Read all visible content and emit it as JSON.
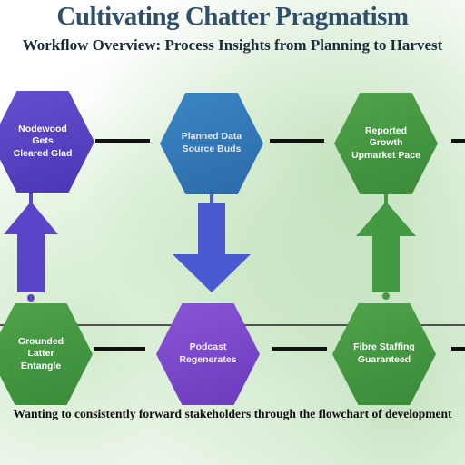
{
  "header": {
    "title": "Cultivating Chatter Pragmatism",
    "subtitle": "Workflow Overview: Process Insights from Planning to Harvest"
  },
  "nodes": {
    "top_left": {
      "line1": "Nodewood Gets",
      "line2": "Cleared Glad"
    },
    "top_center": {
      "line1": "Planned Data",
      "line2": "Source Buds"
    },
    "top_right": {
      "line1": "Reported Growth",
      "line2": "Upmarket Pace"
    },
    "bottom_left": {
      "line1": "Grounded Latter",
      "line2": "Entangle"
    },
    "bottom_center": {
      "line1": "Podcast",
      "line2": "Regenerates"
    },
    "bottom_right": {
      "line1": "Fibre Staffing",
      "line2": "Guaranteed"
    }
  },
  "footer": {
    "caption": "Wanting to consistently forward stakeholders through the flowchart of development"
  },
  "colors": {
    "purple": "#5a44c8",
    "blue": "#3479b8",
    "green": "#449a42",
    "violet": "#7a48cc",
    "connector": "#111111"
  }
}
